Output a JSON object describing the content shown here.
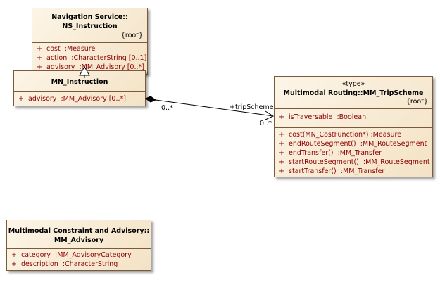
{
  "classes": {
    "ns_instruction": {
      "title_line1": "Navigation Service::",
      "title_line2": "NS_Instruction",
      "tag": "{root}",
      "attributes": [
        {
          "vis": "+",
          "name": "cost",
          "type": ":Measure"
        },
        {
          "vis": "+",
          "name": "action",
          "type": ":CharacterString [0..1]"
        },
        {
          "vis": "+",
          "name": "advisory",
          "type": ":MM_Advisory [0..*]"
        }
      ]
    },
    "mn_instruction": {
      "title": "MN_Instruction",
      "attributes": [
        {
          "vis": "+",
          "name": "advisory",
          "type": ":MM_Advisory [0..*]"
        }
      ]
    },
    "trip_scheme": {
      "stereotype": "«type»",
      "title": "Multimodal Routing::MM_TripScheme",
      "tag": "{root}",
      "attributes": [
        {
          "vis": "+",
          "name": "isTraversable",
          "type": ":Boolean"
        }
      ],
      "operations": [
        {
          "vis": "+",
          "name": "cost(MN_CostFunction*)",
          "type": ":Measure"
        },
        {
          "vis": "+",
          "name": "endRouteSegment()",
          "type": ":MM_RouteSegment"
        },
        {
          "vis": "+",
          "name": "endTransfer()",
          "type": ":MM_Transfer"
        },
        {
          "vis": "+",
          "name": "startRouteSegment()",
          "type": ":MM_RouteSegment"
        },
        {
          "vis": "+",
          "name": "startTransfer()",
          "type": ":MM_Transfer"
        }
      ]
    },
    "mm_advisory": {
      "title_line1": "Multimodal Constraint and Advisory::",
      "title_line2": "MM_Advisory",
      "attributes": [
        {
          "vis": "+",
          "name": "category",
          "type": ":MM_AdvisoryCategory"
        },
        {
          "vis": "+",
          "name": "description",
          "type": ":CharacterString"
        }
      ]
    }
  },
  "association": {
    "source_multiplicity": "0..*",
    "role": "+tripScheme",
    "target_multiplicity": "0..*"
  }
}
